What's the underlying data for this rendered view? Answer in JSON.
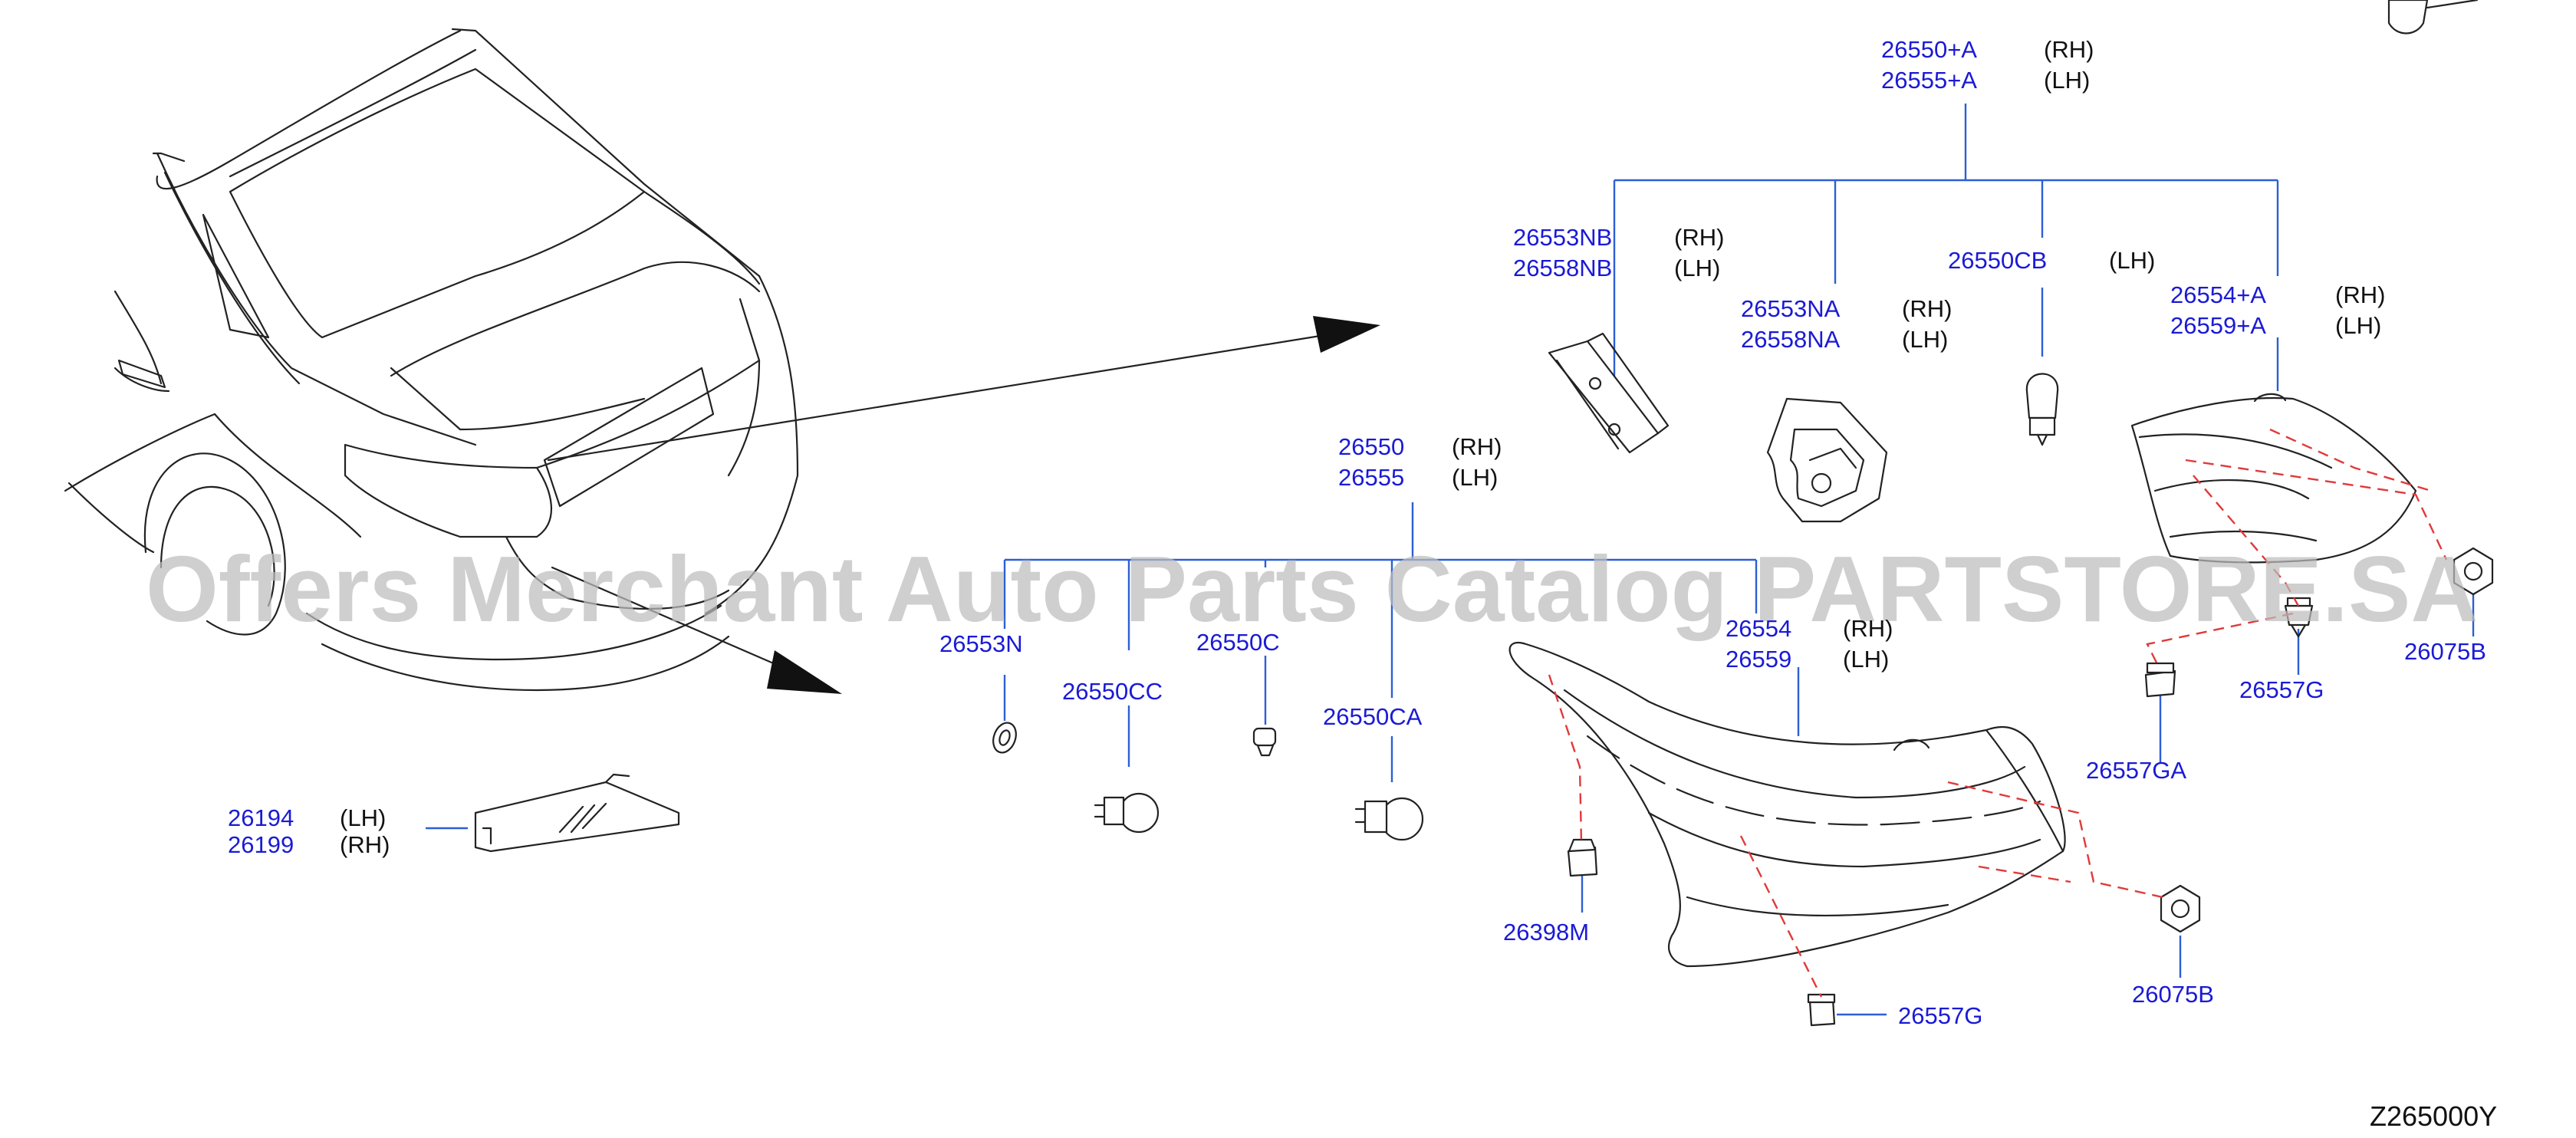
{
  "diagram": {
    "watermark": "Offers Merchant Auto Parts Catalog PARTSTORE.SA",
    "diagram_code": "Z265000Y",
    "parts": {
      "p26550A": "26550+A",
      "p26555A": "26555+A",
      "p26553NB": "26553NB",
      "p26558NB": "26558NB",
      "p26553NA": "26553NA",
      "p26558NA": "26558NA",
      "p26550CB": "26550CB",
      "p26554A": "26554+A",
      "p26559A": "26559+A",
      "p26550": "26550",
      "p26555": "26555",
      "p26553N": "26553N",
      "p26550CC": "26550CC",
      "p26550C": "26550C",
      "p26550CA": "26550CA",
      "p26554": "26554",
      "p26559": "26559",
      "p26194": "26194",
      "p26199": "26199",
      "p26398M": "26398M",
      "p26557G_a": "26557G",
      "p26557GA": "26557GA",
      "p26557G_b": "26557G",
      "p26075B_a": "26075B",
      "p26075B_b": "26075B"
    },
    "sides": {
      "s26550A": "(RH)",
      "s26555A": "(LH)",
      "s26553NB": "(RH)",
      "s26558NB": "(LH)",
      "s26553NA": "(RH)",
      "s26558NA": "(LH)",
      "s26550CB": "(LH)",
      "s26554A": "(RH)",
      "s26559A": "(LH)",
      "s26550": "(RH)",
      "s26555": "(LH)",
      "s26554": "(RH)",
      "s26559": "(LH)",
      "s26194": "(LH)",
      "s26199": "(RH)"
    },
    "colors": {
      "part_number": "#1a1ad6",
      "leader_line": "#2c5fd6",
      "dashed_fastener_line": "#e03a3a",
      "drawing": "#222222",
      "watermark": "#bdbdbd"
    }
  }
}
